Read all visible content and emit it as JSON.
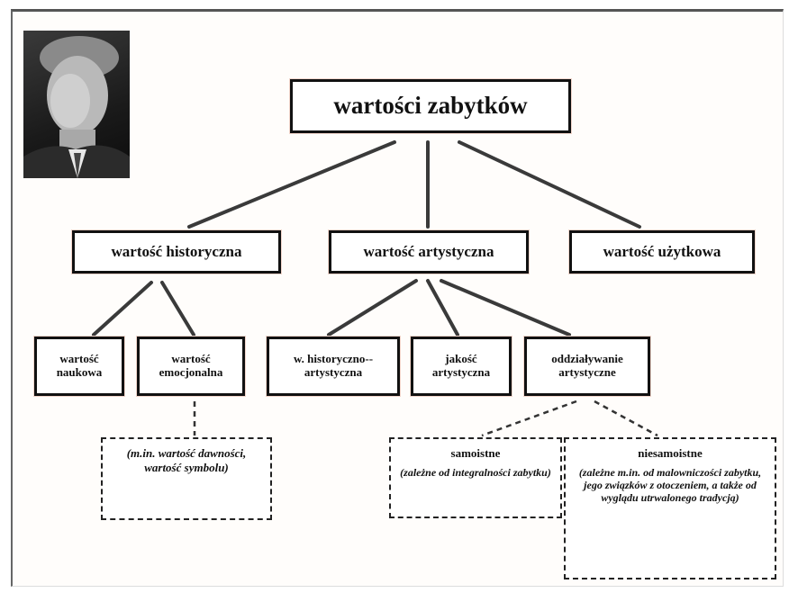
{
  "diagram": {
    "root": "wartości zabytków",
    "level1": {
      "historical": "wartość historyczna",
      "artistic": "wartość artystyczna",
      "utility": "wartość użytkowa"
    },
    "level2": {
      "scientific": "wartość naukowa",
      "emotional": "wartość emocjonalna",
      "hist_artistic": "w. historyczno-- artystyczna",
      "artistic_quality": "jakość artystyczna",
      "artistic_impact": "oddziaływanie artystyczne"
    },
    "notes": {
      "emotional_note": "(m.in. wartość dawności, wartość symbolu)",
      "independent_title": "samoistne",
      "independent_note": "(zależne od integralności zabytku)",
      "dependent_title": "niesamoistne",
      "dependent_note": "(zależne m.in. od malowniczości zabytku, jego związków z otoczeniem, a także od wyglądu utrwalonego tradycją)"
    }
  },
  "colors": {
    "border": "#111111",
    "box_glow": "#f2d6cc",
    "frame_top": "#555555"
  },
  "photo": {
    "icon": "portrait-photo"
  }
}
